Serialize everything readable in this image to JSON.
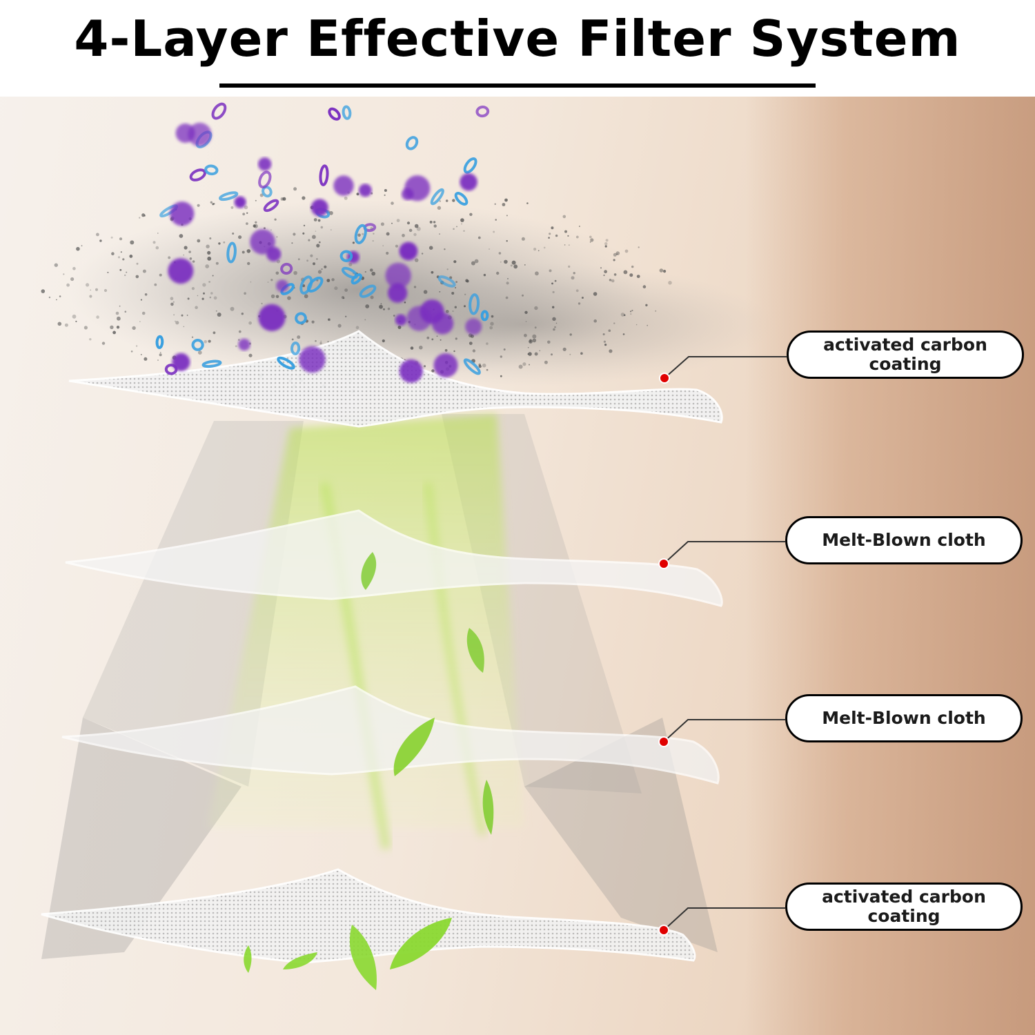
{
  "title": "4-Layer Effective Filter System",
  "layers": [
    {
      "label": "activated carbon coating"
    },
    {
      "label": "Melt-Blown cloth"
    },
    {
      "label": "Melt-Blown cloth"
    },
    {
      "label": "activated carbon coating"
    }
  ],
  "colors": {
    "marker": "#e00000",
    "particle_purple": "#7a2fc0",
    "particle_blue": "#3aa0e0",
    "dust": "#555555",
    "leaf": "#7ccb2a",
    "airflow": "#c8ec6a"
  }
}
